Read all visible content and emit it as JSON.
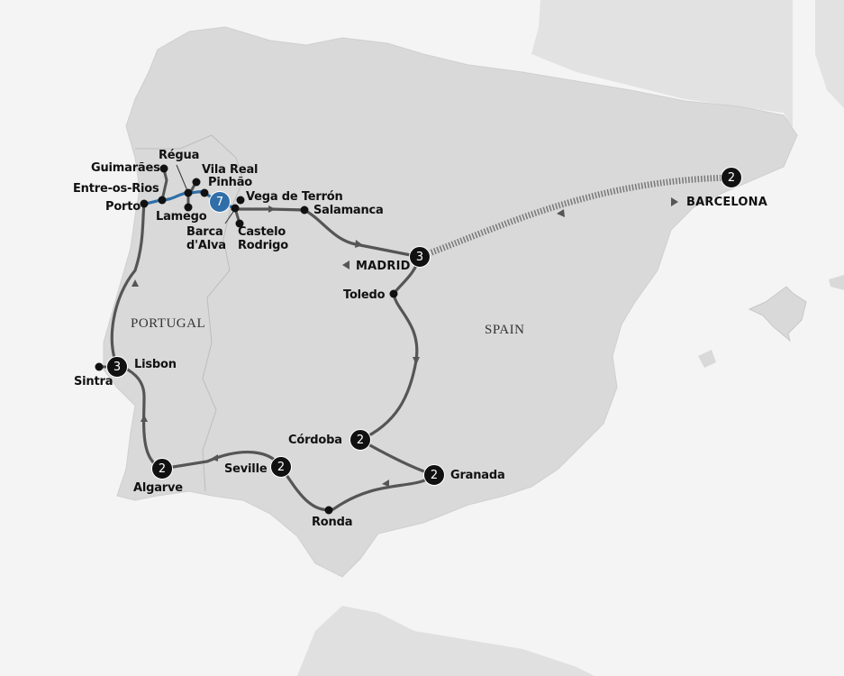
{
  "map": {
    "countries": [
      {
        "name": "PORTUGAL"
      },
      {
        "name": "SPAIN"
      }
    ],
    "stops": [
      {
        "name": "Guimarães"
      },
      {
        "name": "Régua"
      },
      {
        "name": "Vila Real"
      },
      {
        "name": "Pinhão"
      },
      {
        "name": "Entre-os-Rios"
      },
      {
        "name": "Porto"
      },
      {
        "name": "Lamego"
      },
      {
        "name": "Vega de Terrón"
      },
      {
        "name": "Salamanca"
      },
      {
        "name": "Barca d'Alva",
        "lines": [
          "Barca",
          "d'Alva"
        ]
      },
      {
        "name": "Castelo Rodrigo",
        "lines": [
          "Castelo",
          "Rodrigo"
        ]
      },
      {
        "name": "MADRID",
        "nights": "3",
        "marker": "triangle-left"
      },
      {
        "name": "Toledo"
      },
      {
        "name": "Córdoba",
        "nights": "2"
      },
      {
        "name": "Granada",
        "nights": "2"
      },
      {
        "name": "Ronda"
      },
      {
        "name": "Seville",
        "nights": "2"
      },
      {
        "name": "Algarve",
        "nights": "2"
      },
      {
        "name": "Lisbon",
        "nights": "3"
      },
      {
        "name": "Sintra"
      },
      {
        "name": "BARCELONA",
        "nights": "2",
        "marker": "triangle-right"
      }
    ],
    "river_cruise": {
      "nights": "7",
      "color": "#2f6ea8"
    },
    "colors": {
      "land": "#d9d9d9",
      "sea": "#f4f4f4",
      "route": "#555555",
      "river_route": "#2f6ea8",
      "stop_marker": "#111111"
    }
  }
}
